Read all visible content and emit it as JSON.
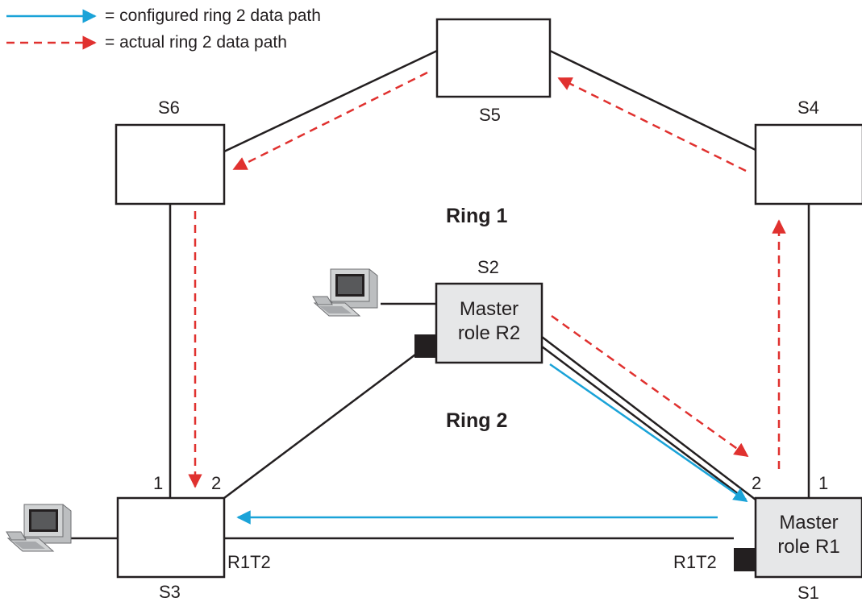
{
  "legend": {
    "configured": "= configured ring 2 data path",
    "actual": "= actual ring 2 data path"
  },
  "colors": {
    "configured_path": "#1aa3d8",
    "actual_path": "#e0312f",
    "master_fill": "#e6e7e8",
    "line": "#231f20"
  },
  "rings": {
    "ring1": "Ring 1",
    "ring2": "Ring 2"
  },
  "switches": {
    "s1": {
      "name": "S1",
      "line1": "Master",
      "line2": "role R1"
    },
    "s2": {
      "name": "S2",
      "line1": "Master",
      "line2": "role R2"
    },
    "s3": {
      "name": "S3"
    },
    "s4": {
      "name": "S4"
    },
    "s5": {
      "name": "S5"
    },
    "s6": {
      "name": "S6"
    }
  },
  "ports": {
    "s3_p1": "1",
    "s3_p2": "2",
    "s1_p2": "2",
    "s1_p1": "1",
    "s3_t2": "R1T2",
    "s1_t2": "R1T2"
  },
  "icons": [
    "computer-icon",
    "computer-icon"
  ]
}
